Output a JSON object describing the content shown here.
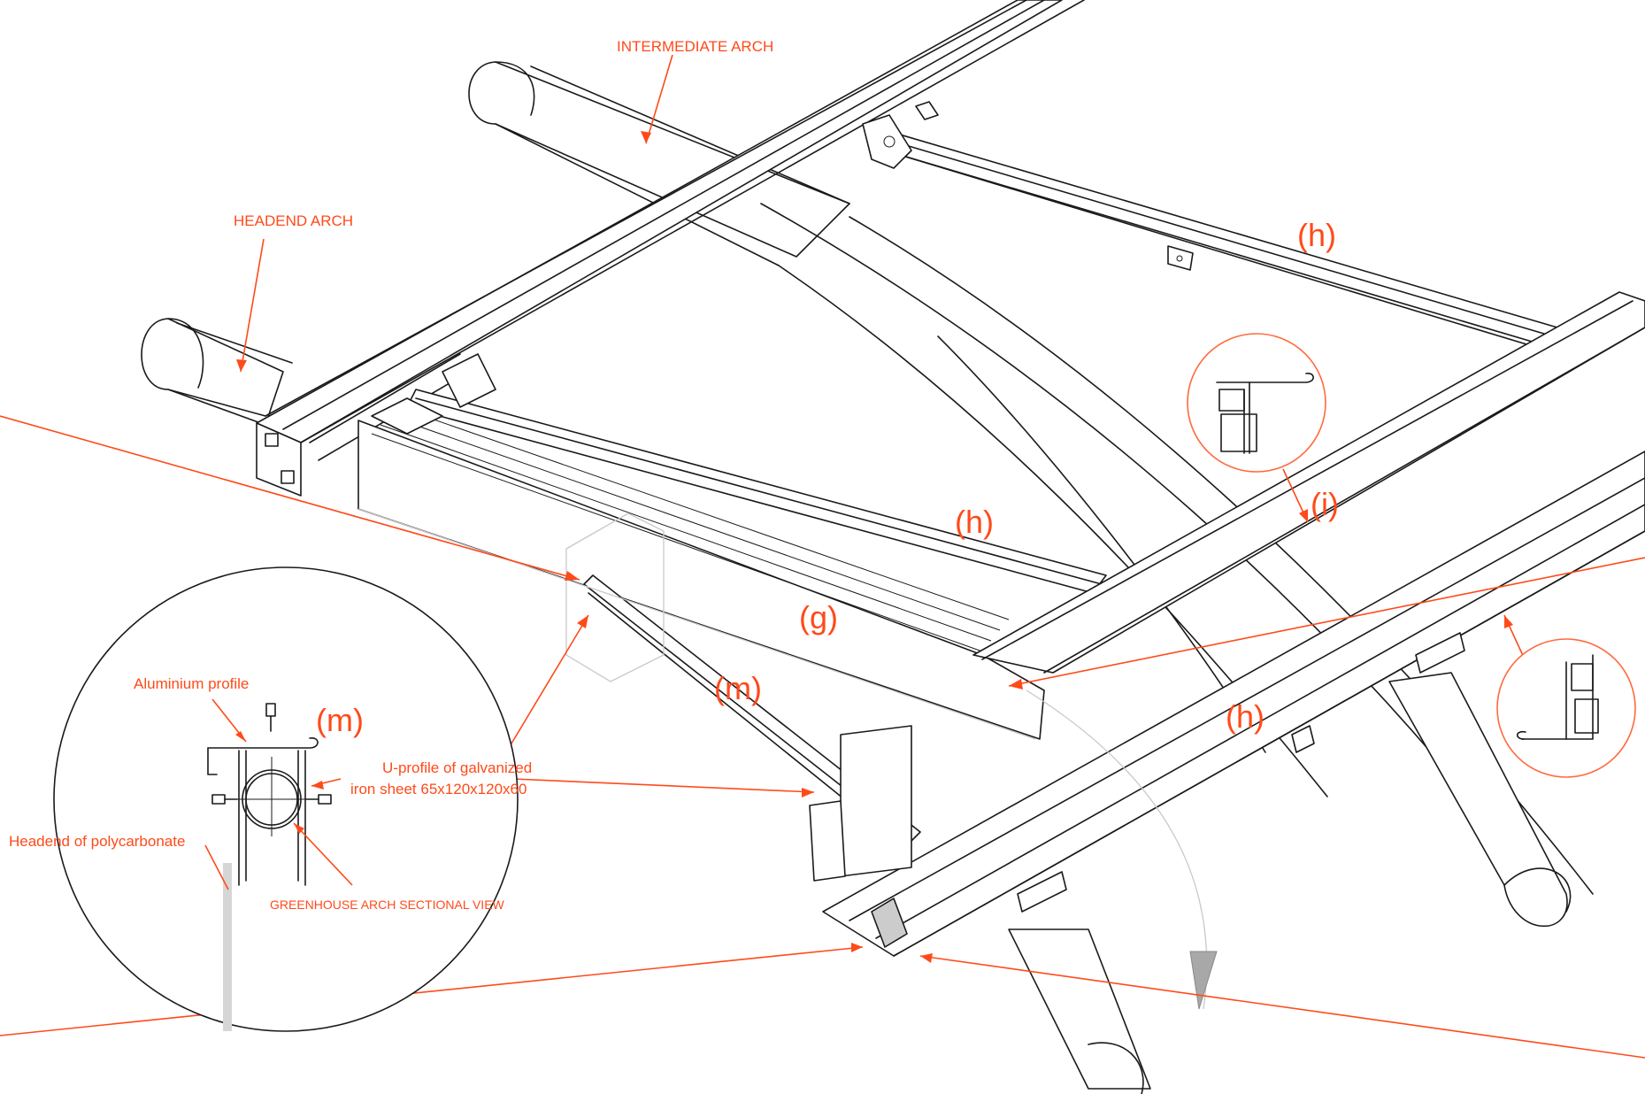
{
  "labels": {
    "intermediate_arch": "INTERMEDIATE ARCH",
    "headend_arch": "HEADEND ARCH",
    "h_top": "(h)",
    "h_mid": "(h)",
    "h_low": "(h)",
    "i": "(i)",
    "g": "(g)",
    "m_main": "(m)",
    "m_detail": "(m)",
    "aluminium_profile": "Aluminium profile",
    "u_profile_line1": "U-profile of galvanized",
    "u_profile_line2": "iron sheet 65x120x120x60",
    "headend_polycarbonate": "Headend of polycarbonate",
    "section_view": "GREENHOUSE ARCH SECTIONAL VIEW"
  },
  "colors": {
    "annotation": "#ff4a1a",
    "linework": "#1a1a1a",
    "ghost_lines": "#c8c8c8",
    "callout_ring": "#ff6a3d",
    "profile_fill": "#cccccc"
  }
}
